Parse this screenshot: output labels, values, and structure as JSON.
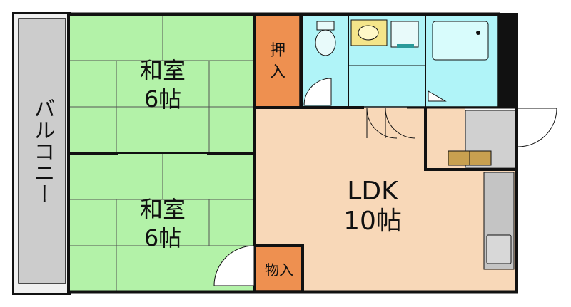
{
  "rooms": {
    "washitsu_top": {
      "name": "和室",
      "size": "6帖"
    },
    "washitsu_bottom": {
      "name": "和室",
      "size": "6帖"
    },
    "ldk": {
      "name": "LDK",
      "size": "10帖"
    },
    "balcony": {
      "label": "バルコニー"
    },
    "oshiire": {
      "label": "押入"
    },
    "monoire": {
      "label": "物入"
    }
  },
  "colors": {
    "tatami": "#b3f2a8",
    "ldk_floor": "#f8d8b8",
    "wet_area": "#b0f4f8",
    "storage": "#ee9050",
    "balcony": "#cccccc",
    "wall": "#111111",
    "kitchen_counter": "#c4c4c4",
    "toilet_fixture": "#f4e58a"
  }
}
